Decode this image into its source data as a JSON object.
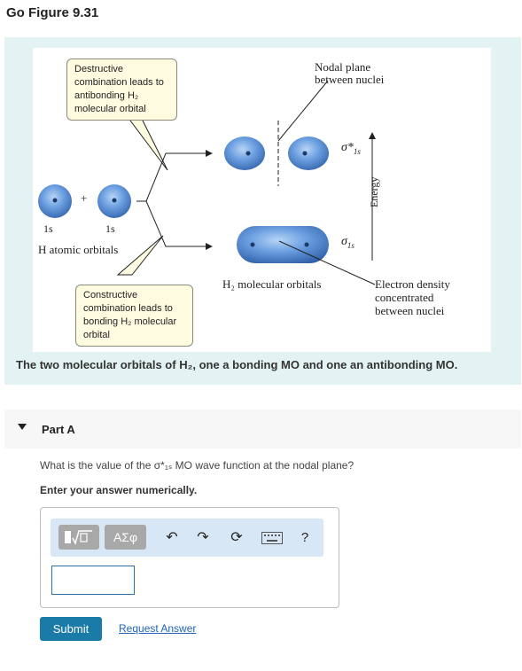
{
  "figure": {
    "title": "Go Figure 9.31",
    "callout_top": [
      "Destructive",
      "combination leads to",
      "antibonding H₂",
      "molecular orbital"
    ],
    "callout_bottom": [
      "Constructive",
      "combination leads to",
      "bonding H₂ molecular",
      "orbital"
    ],
    "nodal_label": [
      "Nodal plane",
      "between nuclei"
    ],
    "atomic_label_1": "1s",
    "atomic_label_2": "1s",
    "plus_sign": "+",
    "atomic_orbitals_label": "H atomic orbitals",
    "sigma_star_label": "σ*",
    "sigma_star_sub": "1s",
    "sigma_label": "σ",
    "sigma_sub": "1s",
    "energy_label": "Energy",
    "mo_label": "H₂ molecular orbitals",
    "density_label": [
      "Electron density",
      "concentrated",
      "between nuclei"
    ],
    "caption": "The two molecular orbitals of H₂, one a bonding MO and one an antibonding MO.",
    "colors": {
      "orbital_blue": "#5a90d6",
      "callout_fill": "#fffbe0",
      "panel_bg": "#e3f3f3"
    }
  },
  "part": {
    "label": "Part A",
    "question": "What is the value of the σ*₁ₛ MO wave function at the nodal plane?",
    "instruction": "Enter your answer numerically.",
    "toolbar": {
      "templates_icon": "fraction-sqrt-template-icon",
      "greek_button": "AΣφ",
      "undo_icon": "undo-icon",
      "redo_icon": "redo-icon",
      "reset_icon": "reset-icon",
      "keyboard_icon": "keyboard-icon",
      "help_label": "?"
    },
    "answer_value": "",
    "submit_label": "Submit",
    "request_label": "Request Answer"
  }
}
